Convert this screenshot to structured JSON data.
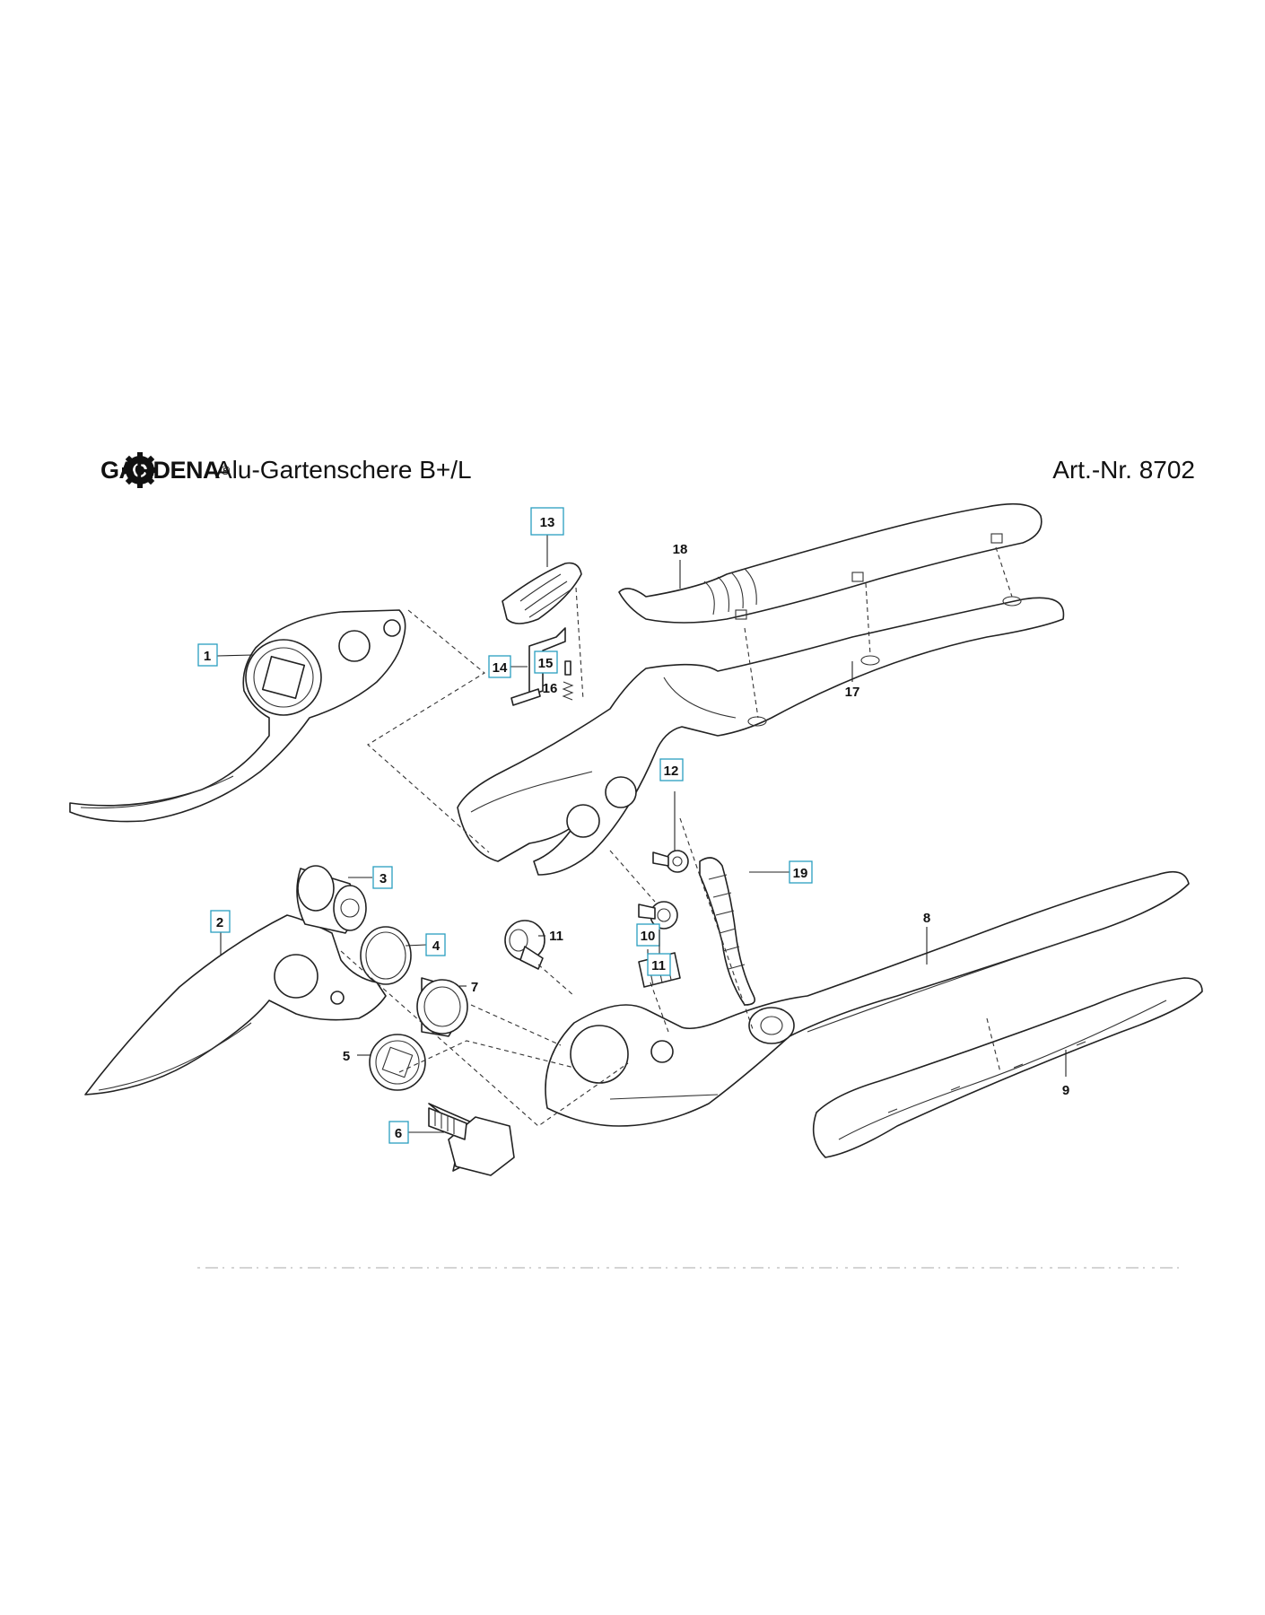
{
  "header": {
    "brand": "GARDENA",
    "brand_mark": "®",
    "title": "Alu-Gartenschere B+/L",
    "article": "Art.-Nr. 8702"
  },
  "logo_icon": "gardena-gear-logo",
  "accent_color": "#2a9fbf",
  "parts": {
    "p1": "1",
    "p2": "2",
    "p3": "3",
    "p4": "4",
    "p5": "5",
    "p6": "6",
    "p7": "7",
    "p8": "8",
    "p9": "9",
    "p10": "10",
    "p11a": "11",
    "p11b": "11",
    "p12": "12",
    "p13": "13",
    "p14": "14",
    "p15": "15",
    "p16": "16",
    "p17": "17",
    "p18": "18",
    "p19": "19"
  },
  "boxed_callouts": [
    "1",
    "2",
    "3",
    "4",
    "6",
    "10",
    "11",
    "12",
    "13",
    "14",
    "15",
    "19"
  ]
}
